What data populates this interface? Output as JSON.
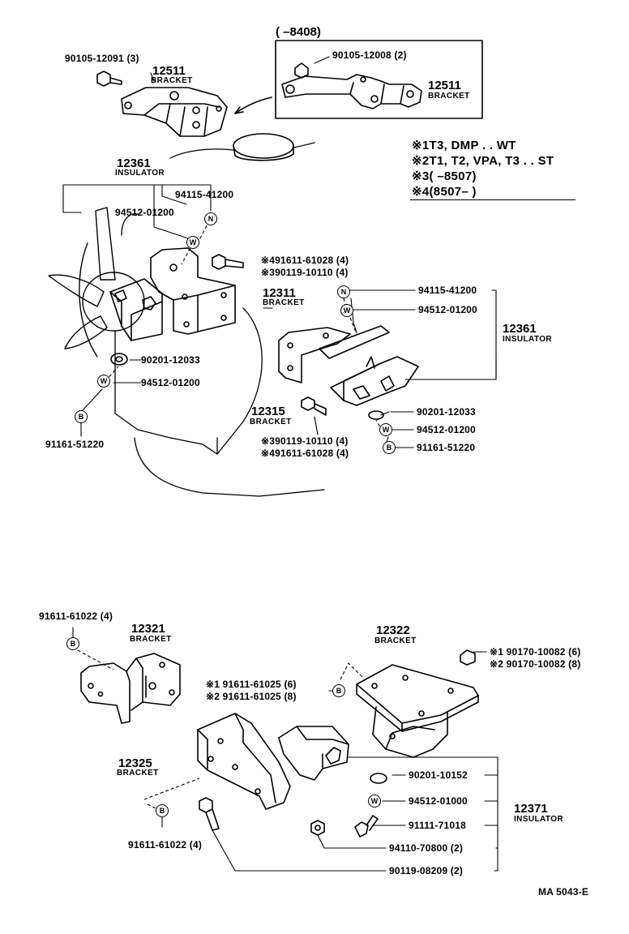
{
  "header": {
    "range": "(        –8408)"
  },
  "notes": [
    "※1T3, DMP . . WT",
    "※2T1, T2, VPA, T3 . . ST",
    "※3(         –8507)",
    "※4(8507–          )"
  ],
  "symbols": {
    "n": "N",
    "w": "W",
    "b": "B"
  },
  "top": {
    "p_90105_12091": "90105-12091 (3)",
    "p_12511a": "12511",
    "bracket_12511a": "BRACKET",
    "p_90105_12008": "90105-12008 (2)",
    "p_12511b": "12511",
    "bracket_12511b": "BRACKET",
    "p_12361a": "12361",
    "ins_12361a": "INSULATOR",
    "p_94115a": "94115-41200",
    "p_94512a": "94512-01200",
    "p_91611_61028a": "※491611-61028 (4)",
    "p_90119_10110a": "※390119-10110 (4)",
    "p_12311": "12311",
    "bracket_12311": "BRACKET",
    "p_90201a": "90201-12033",
    "p_94512b": "94512-01200",
    "p_91161a": "91161-51220",
    "p_94115b": "94115-41200",
    "p_94512c": "94512-01200",
    "p_12361b": "12361",
    "ins_12361b": "INSULATOR",
    "p_12315": "12315",
    "bracket_12315": "BRACKET",
    "p_90201b": "90201-12033",
    "p_94512d": "94512-01200",
    "p_91161b": "91161-51220",
    "p_90119_10110b": "※390119-10110 (4)",
    "p_91611_61028b": "※491611-61028 (4)"
  },
  "bottom": {
    "p_91611_61022a": "91611-61022 (4)",
    "p_12321": "12321",
    "bracket_12321": "BRACKET",
    "p_12322": "12322",
    "bracket_12322": "BRACKET",
    "p_90170a": "※1 90170-10082 (6)",
    "p_90170b": "※2 90170-10082 (8)",
    "p_91611_61025a": "※1 91611-61025 (6)",
    "p_91611_61025b": "※2 91611-61025 (8)",
    "p_12325": "12325",
    "bracket_12325": "BRACKET",
    "p_91611_61022b": "91611-61022 (4)",
    "p_90201_10152": "90201-10152",
    "p_94512_01000": "94512-01000",
    "p_91111": "91111-71018",
    "p_94110": "94110-70800 (2)",
    "p_90119_08209": "90119-08209 (2)",
    "p_12371": "12371",
    "ins_12371": "INSULATOR"
  },
  "footer": {
    "code": "MA  5043-E"
  }
}
